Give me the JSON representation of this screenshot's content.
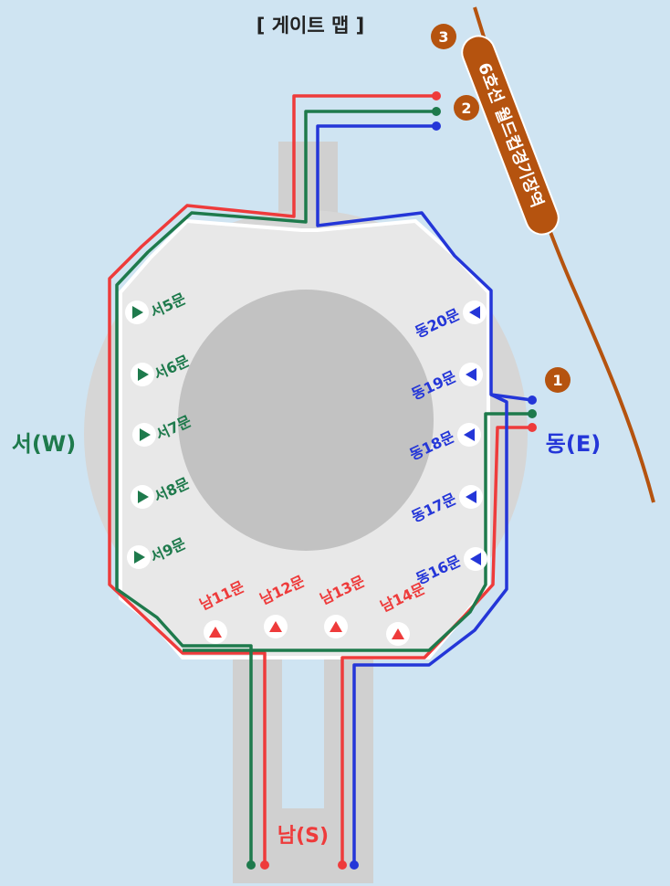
{
  "title": "[ 게이트 맵 ]",
  "directions": {
    "west": "서(W)",
    "east": "동(E)",
    "south": "남(S)"
  },
  "station": {
    "label": "6호선 월드컵경기장역"
  },
  "markers": [
    "1",
    "2",
    "3"
  ],
  "gates": {
    "west": [
      "서5문",
      "서6문",
      "서7문",
      "서8문",
      "서9문"
    ],
    "east": [
      "동20문",
      "동19문",
      "동18문",
      "동17문",
      "동16문"
    ],
    "south": [
      "남11문",
      "남12문",
      "남13문",
      "남14문"
    ]
  },
  "colors": {
    "background": "#cfe4f2",
    "west_green": "#1e7a4c",
    "east_blue": "#2436d8",
    "south_red": "#ee3b3b",
    "subway_brown": "#b5530f",
    "stadium": "#d6d6d6",
    "field": "#c2c2c2"
  },
  "icons": [
    "arrow-right-icon",
    "arrow-left-icon",
    "arrow-up-icon"
  ]
}
